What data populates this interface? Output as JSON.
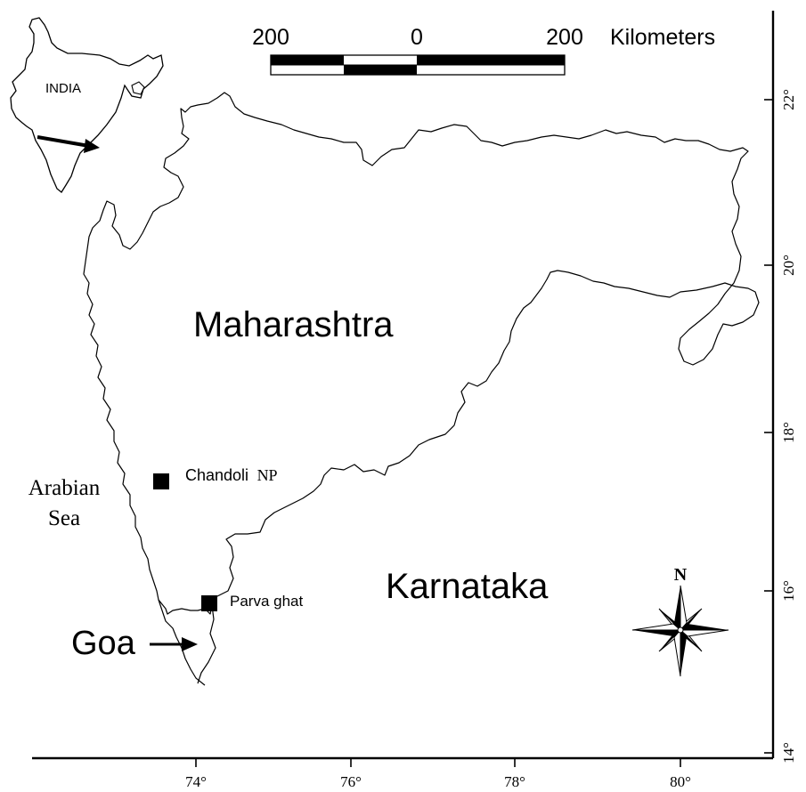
{
  "scale_bar": {
    "left_label": "200",
    "center_label": "0",
    "right_label": "200",
    "units": "Kilometers"
  },
  "inset": {
    "country_label": "INDIA"
  },
  "regions": {
    "state_main": "Maharashtra",
    "state_south": "Karnataka",
    "goa": "Goa",
    "sea_line1": "Arabian",
    "sea_line2": "Sea"
  },
  "sites": [
    {
      "name": "Chandoli",
      "suffix": "NP"
    },
    {
      "name": "Parva ghat"
    }
  ],
  "compass": {
    "north": "N"
  },
  "longitude_ticks": [
    "74°",
    "76°",
    "78°",
    "80°"
  ],
  "latitude_ticks": [
    "22°",
    "20°",
    "18°",
    "16°",
    "14°"
  ],
  "colors": {
    "ink": "#000000",
    "paper": "#ffffff"
  }
}
